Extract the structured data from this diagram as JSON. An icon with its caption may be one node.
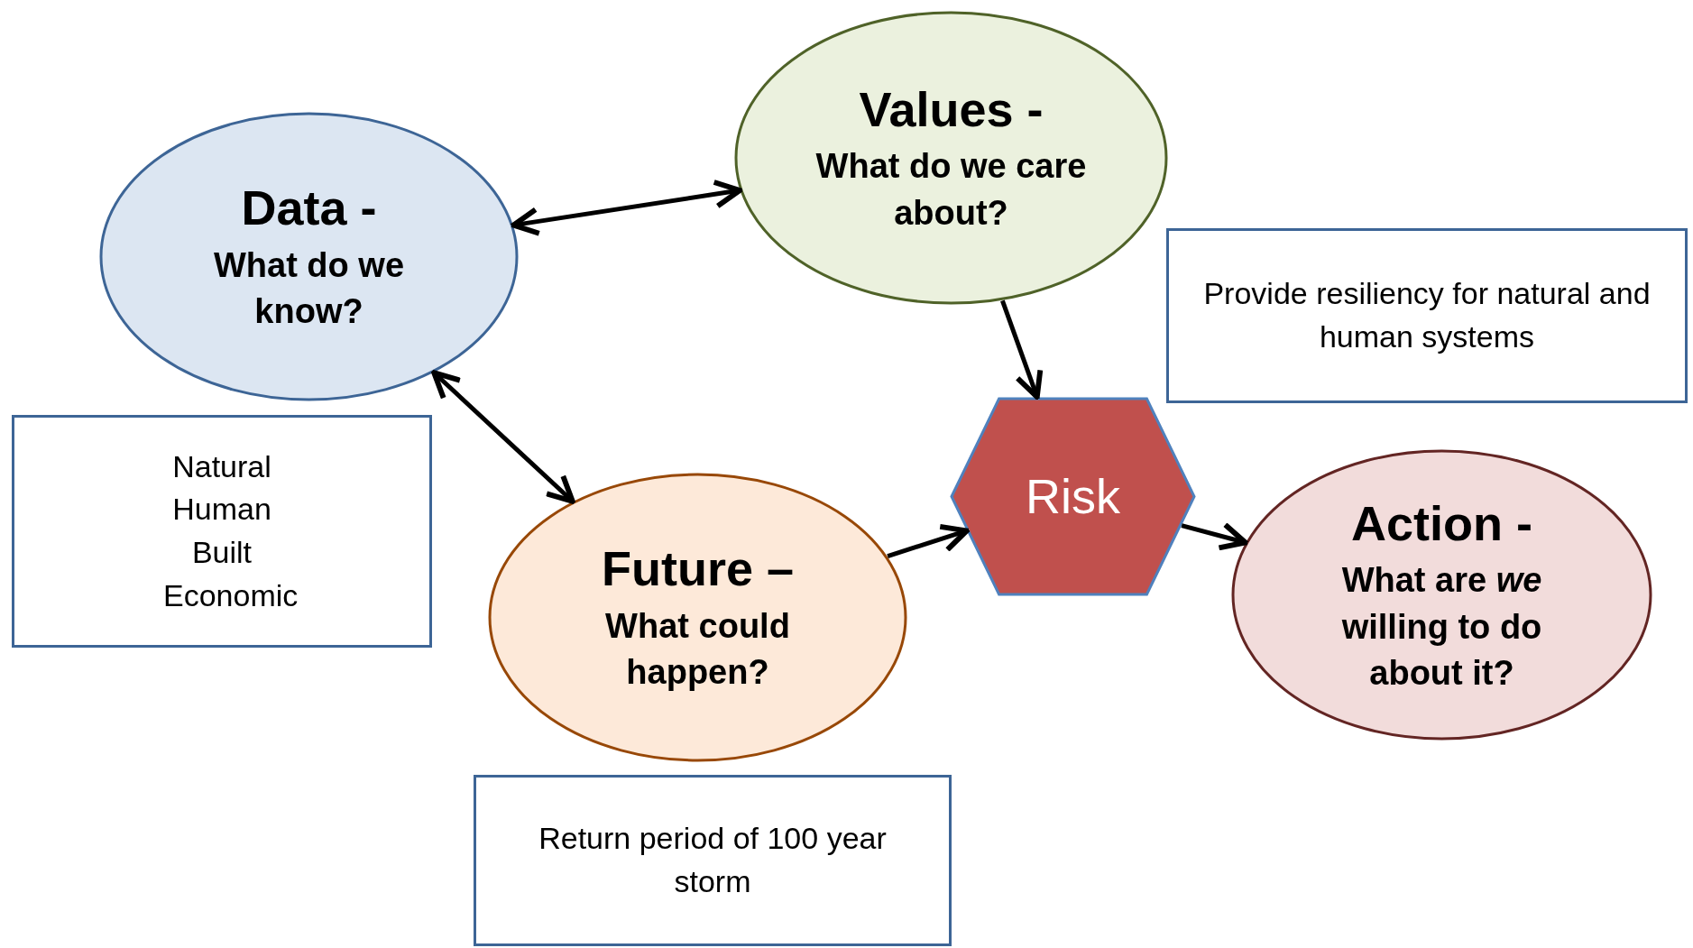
{
  "diagram": {
    "nodes": [
      {
        "text": [
          "Values -",
          "What do we care about?"
        ]
      },
      {
        "text": [
          "Data -",
          "What do we know?"
        ]
      },
      {
        "text": [
          "Provide resiliency for natural and human systems"
        ]
      },
      {
        "text": [
          "Natural Human Built Economic"
        ]
      },
      {
        "text": [
          "Risk"
        ]
      },
      {
        "text": [
          "Future –",
          "What could happen?"
        ]
      },
      {
        "text": [
          "Action -",
          "What are *we* willing to do about it?"
        ]
      },
      {
        "text": [
          "Return period of 100 year storm"
        ]
      }
    ],
    "edges": [
      {
        "from": 1,
        "to": 0,
        "arrow": "both"
      },
      {
        "from": 1,
        "to": 5,
        "arrow": "both"
      },
      {
        "from": 0,
        "to": 4,
        "arrow": "to"
      },
      {
        "from": 5,
        "to": 4,
        "arrow": "to"
      },
      {
        "from": 4,
        "to": 6,
        "arrow": "to"
      }
    ]
  }
}
